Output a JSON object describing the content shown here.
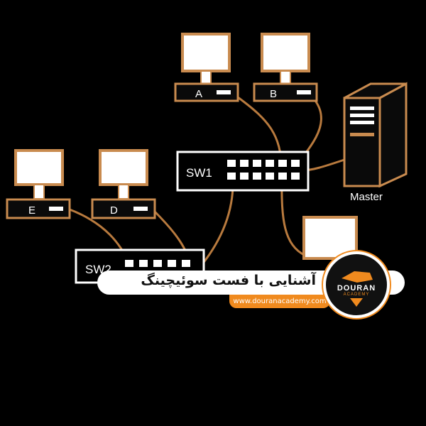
{
  "diagram": {
    "switches": [
      {
        "id": "sw1",
        "label": "SW1"
      },
      {
        "id": "sw2",
        "label": "SW2"
      }
    ],
    "computers": [
      {
        "id": "A",
        "label": "A"
      },
      {
        "id": "B",
        "label": "B"
      },
      {
        "id": "D",
        "label": "D"
      },
      {
        "id": "E",
        "label": "E"
      }
    ],
    "server": {
      "label": "Master"
    },
    "colors": {
      "cable": "#b87a3e",
      "device_border": "#c98b4f",
      "screen": "#ffffff",
      "accent": "#f08a1e"
    }
  },
  "banner": {
    "title": "آشنایی با فست سوئیچینگ",
    "url": "www.douranacademy.com"
  },
  "logo": {
    "word": "DOURAN",
    "sub": "ACADEMY"
  }
}
